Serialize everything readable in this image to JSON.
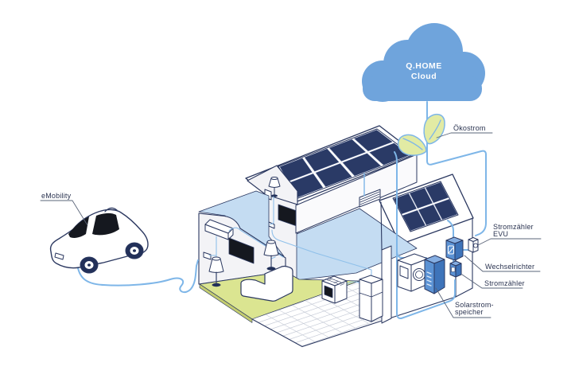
{
  "diagram": {
    "cloud": {
      "title_line1": "Q.HOME",
      "title_line2": "Cloud"
    },
    "labels": {
      "emobility": "eMobility",
      "okostrom": "Ökostrom",
      "stromzaehler_evu_line1": "Stromzähler",
      "stromzaehler_evu_line2": "EVU",
      "wechselrichter": "Wechselrichter",
      "stromzaehler": "Stromzähler",
      "solarstromspeicher_line1": "Solarstrom-",
      "solarstromspeicher_line2": "speicher"
    },
    "colors": {
      "cloud_blue": "#6FA4DC",
      "cable_blue": "#7EB6E8",
      "outline_navy": "#2B3860",
      "panel_navy": "#2A3A66",
      "floor_blue": "#C4DCF2",
      "floor_green": "#DBE591",
      "leaf_green": "#E2EBA4",
      "device_blue": "#5B92D4",
      "label_text": "#2A3350"
    }
  }
}
